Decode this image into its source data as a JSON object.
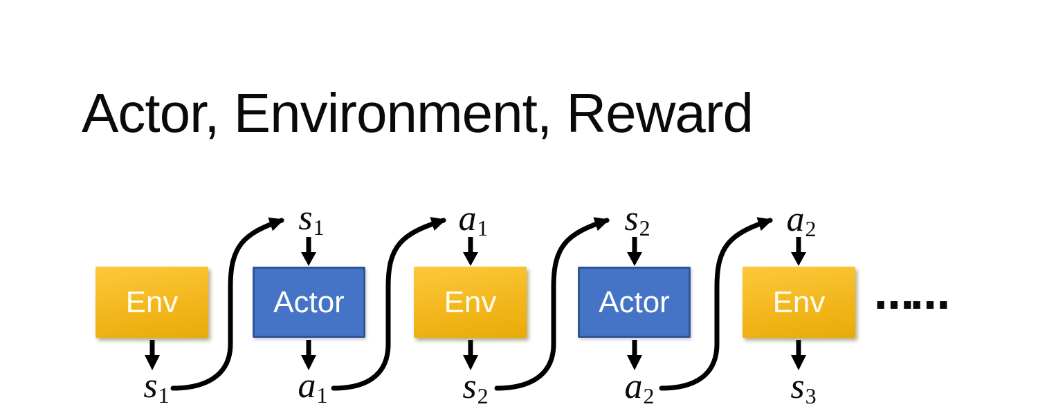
{
  "title": "Actor, Environment, Reward",
  "ellipsis": "……",
  "colors": {
    "env_gradient_top": "#FCC93B",
    "env_gradient_bottom": "#E8AB08",
    "env_text": "#FFFDF0",
    "actor_fill": "#4574C6",
    "actor_border": "#2F5496",
    "actor_text": "#FFFFFF",
    "arrow_color": "#000000",
    "title_color": "#0A0A0A"
  },
  "nodes": [
    {
      "label": "Env",
      "input": null,
      "output": {
        "base": "s",
        "sub": "1"
      }
    },
    {
      "label": "Actor",
      "input": {
        "base": "s",
        "sub": "1"
      },
      "output": {
        "base": "a",
        "sub": "1"
      }
    },
    {
      "label": "Env",
      "input": {
        "base": "a",
        "sub": "1"
      },
      "output": {
        "base": "s",
        "sub": "2"
      }
    },
    {
      "label": "Actor",
      "input": {
        "base": "s",
        "sub": "2"
      },
      "output": {
        "base": "a",
        "sub": "2"
      }
    },
    {
      "label": "Env",
      "input": {
        "base": "a",
        "sub": "2"
      },
      "output": {
        "base": "s",
        "sub": "3"
      }
    }
  ]
}
